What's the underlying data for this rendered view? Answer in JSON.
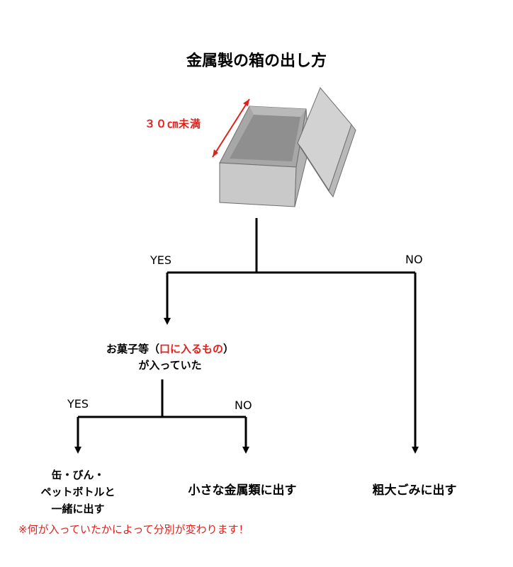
{
  "title": "金属製の箱の出し方",
  "illustration": {
    "size_label": "３０㎝未満",
    "box_color": "#c8c8c8",
    "arrow_color": "#e0211b"
  },
  "branch1": {
    "yes": "YES",
    "no": "NO"
  },
  "question": {
    "prefix": "お菓子等（",
    "highlight": "口に入るもの",
    "suffix": "）",
    "line2": "が入っていた"
  },
  "branch2": {
    "yes": "YES",
    "no": "NO"
  },
  "results": {
    "can_bottle_line1": "缶・びん・",
    "can_bottle_line2": "ペットボトルと",
    "can_bottle_line3": "一緒に出す",
    "small_metal": "小さな金属類に出す",
    "bulky": "粗大ごみに出す"
  },
  "note": "※何が入っていたかによって分別が変わります！",
  "colors": {
    "accent_red": "#e0211b",
    "line": "#000000"
  }
}
